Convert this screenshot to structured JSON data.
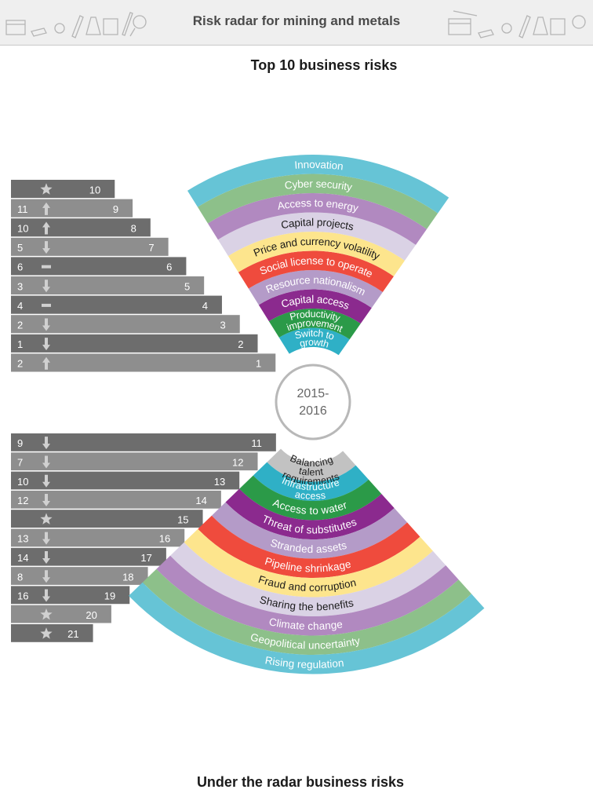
{
  "header": {
    "title": "Risk radar for mining and metals"
  },
  "top_section": {
    "title": "Top 10 business risks"
  },
  "bottom_section": {
    "title": "Under the radar business risks"
  },
  "center_label": {
    "line1": "2015-",
    "line2": "2016"
  },
  "top_risks": [
    {
      "rank": "1",
      "label": [
        "Switch to",
        "growth"
      ],
      "color": "#2fb0c6",
      "prev": "2",
      "trend": "up",
      "text_color": "#ffffff"
    },
    {
      "rank": "2",
      "label": [
        "Productivity",
        "improvement"
      ],
      "color": "#2b9a48",
      "prev": "1",
      "trend": "down",
      "text_color": "#ffffff"
    },
    {
      "rank": "3",
      "label": [
        "Capital access"
      ],
      "color": "#8b2a8e",
      "prev": "2",
      "trend": "down",
      "text_color": "#ffffff"
    },
    {
      "rank": "4",
      "label": [
        "Resource nationalism"
      ],
      "color": "#b49bc8",
      "prev": "4",
      "trend": "same",
      "text_color": "#ffffff"
    },
    {
      "rank": "5",
      "label": [
        "Social license to operate"
      ],
      "color": "#ef4b3d",
      "prev": "3",
      "trend": "down",
      "text_color": "#ffffff"
    },
    {
      "rank": "6",
      "label": [
        "Price and currency volatility"
      ],
      "color": "#fde58d",
      "prev": "6",
      "trend": "same",
      "text_color": "#1a1a1a"
    },
    {
      "rank": "7",
      "label": [
        "Capital projects"
      ],
      "color": "#dad2e5",
      "prev": "5",
      "trend": "down",
      "text_color": "#1a1a1a"
    },
    {
      "rank": "8",
      "label": [
        "Access to energy"
      ],
      "color": "#b189c0",
      "prev": "10",
      "trend": "up",
      "text_color": "#ffffff"
    },
    {
      "rank": "9",
      "label": [
        "Cyber security"
      ],
      "color": "#8dc08a",
      "prev": "11",
      "trend": "up",
      "text_color": "#ffffff"
    },
    {
      "rank": "10",
      "label": [
        "Innovation"
      ],
      "color": "#66c4d6",
      "prev": "",
      "trend": "new",
      "text_color": "#ffffff"
    }
  ],
  "bottom_risks": [
    {
      "rank": "11",
      "label": [
        "Balancing",
        "talent",
        "requirements"
      ],
      "color": "#c2c2c2",
      "prev": "9",
      "trend": "down",
      "text_color": "#1a1a1a"
    },
    {
      "rank": "12",
      "label": [
        "Infrastructure",
        "access"
      ],
      "color": "#2fb0c6",
      "prev": "7",
      "trend": "down",
      "text_color": "#ffffff"
    },
    {
      "rank": "13",
      "label": [
        "Access to water"
      ],
      "color": "#2b9a48",
      "prev": "10",
      "trend": "down",
      "text_color": "#ffffff"
    },
    {
      "rank": "14",
      "label": [
        "Threat of substitutes"
      ],
      "color": "#8b2a8e",
      "prev": "12",
      "trend": "down",
      "text_color": "#ffffff"
    },
    {
      "rank": "15",
      "label": [
        "Stranded assets"
      ],
      "color": "#b49bc8",
      "prev": "",
      "trend": "new",
      "text_color": "#ffffff"
    },
    {
      "rank": "16",
      "label": [
        "Pipeline shrinkage"
      ],
      "color": "#ef4b3d",
      "prev": "13",
      "trend": "down",
      "text_color": "#ffffff"
    },
    {
      "rank": "17",
      "label": [
        "Fraud and corruption"
      ],
      "color": "#fde58d",
      "prev": "14",
      "trend": "down",
      "text_color": "#1a1a1a"
    },
    {
      "rank": "18",
      "label": [
        "Sharing the benefits"
      ],
      "color": "#dad2e5",
      "prev": "8",
      "trend": "down",
      "text_color": "#1a1a1a"
    },
    {
      "rank": "19",
      "label": [
        "Climate change"
      ],
      "color": "#b189c0",
      "prev": "16",
      "trend": "down",
      "text_color": "#ffffff"
    },
    {
      "rank": "20",
      "label": [
        "Geopolitical uncertainty"
      ],
      "color": "#8dc08a",
      "prev": "",
      "trend": "new",
      "text_color": "#ffffff"
    },
    {
      "rank": "21",
      "label": [
        "Rising regulation"
      ],
      "color": "#66c4d6",
      "prev": "",
      "trend": "new",
      "text_color": "#ffffff"
    }
  ],
  "colors": {
    "row_dark": "#6d6d6d",
    "row_light": "#8e8e8e",
    "row_text": "#ffffff",
    "trend_icon": "#d0d0d0"
  },
  "icons": {
    "trend_up": "arrow-up-icon",
    "trend_down": "arrow-down-icon",
    "trend_same": "dash-icon",
    "trend_new": "star-icon"
  }
}
